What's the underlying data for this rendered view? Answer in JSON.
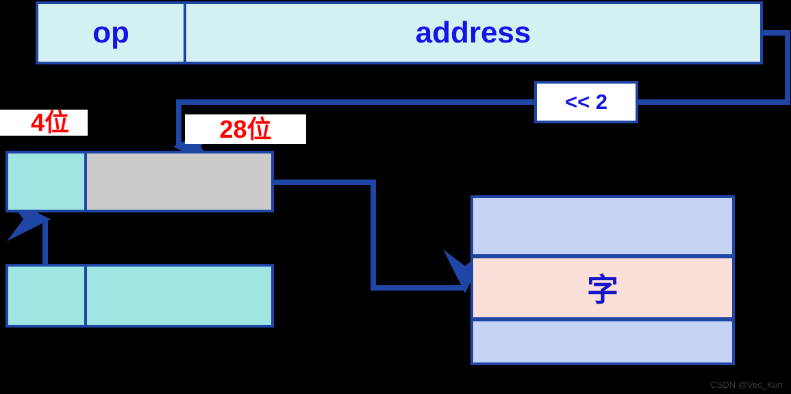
{
  "diagram": {
    "title": "MIPS jump instruction address calculation",
    "colors": {
      "wire": "#1f46a5",
      "instruction_fill": "#d4f1f2",
      "cyan_fill": "#9fe5e2",
      "gray_fill": "#cbcbcb",
      "memory_fill": "#c5d3f5",
      "word_fill": "#fbe0da",
      "blue_text": "#1414e6",
      "red_text": "#ff0000",
      "background": "#000000"
    }
  },
  "instruction": {
    "op_label": "op",
    "address_label": "address"
  },
  "shift": {
    "label": "<< 2"
  },
  "bit_labels": {
    "high_bits": "4位",
    "low_bits": "28位"
  },
  "target_address": {
    "high_segment": "",
    "low_segment": ""
  },
  "pc_register": {
    "high_segment": "",
    "low_segment": ""
  },
  "memory": {
    "row_above": "",
    "word_label": "字",
    "row_below": ""
  },
  "watermark": {
    "text": "CSDN @Vec_Kun"
  }
}
